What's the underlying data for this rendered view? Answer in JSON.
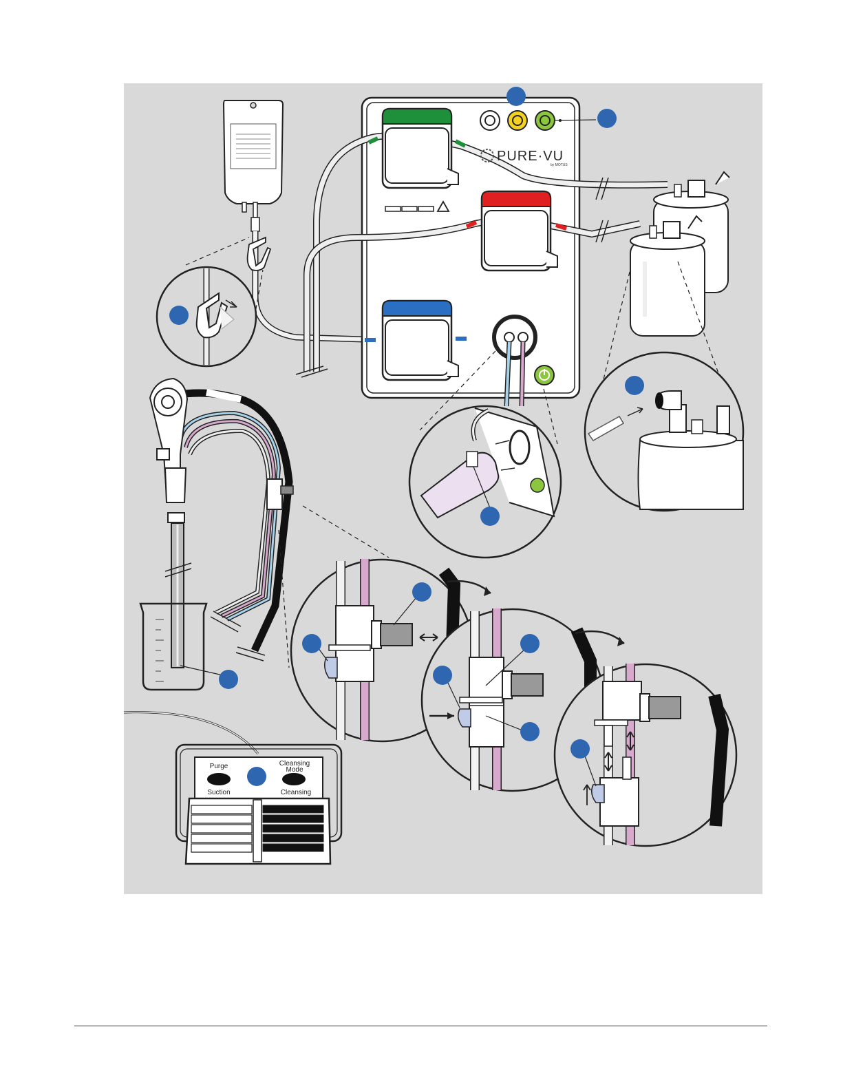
{
  "brand": {
    "name": "PURE·VU",
    "sub": "by MOTUS"
  },
  "footswitch": {
    "purge_label": "Purge",
    "cleansing_mode_label_1": "Cleansing",
    "cleansing_mode_label_2": "Mode",
    "suction_label": "Suction",
    "cleansing_label": "Cleansing"
  },
  "colors": {
    "background": "#d9d9d9",
    "callout": "#2f66b0",
    "pump_green": "#1e8f3a",
    "pump_red": "#e02020",
    "pump_blue": "#2a6fc2",
    "tube_pink": "#d7a9cc",
    "tube_blue": "#a9d3ea",
    "port_yellow": "#f4d21f",
    "port_green": "#8cc63f"
  },
  "icons": [
    "callout-marker",
    "triangle-warning-icon",
    "power-icon",
    "arrow-icon"
  ]
}
